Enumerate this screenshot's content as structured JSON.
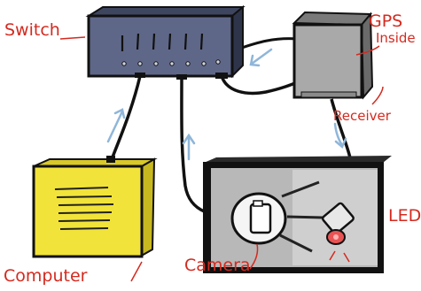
{
  "labels": {
    "switch": "Switch",
    "gps": "GPS",
    "inside": "Inside",
    "receiver": "Receiver",
    "computer": "Computer",
    "camera": "Camera",
    "led": "LED"
  },
  "colors": {
    "label_red": "#d42a1f",
    "switch_body": "#5f6788",
    "computer_body": "#f2e33a",
    "receiver_body": "#a9a9a9",
    "enclosure_body": "#b8b8b8",
    "arrow_blue": "#8fb6d9",
    "outline": "#111111"
  }
}
